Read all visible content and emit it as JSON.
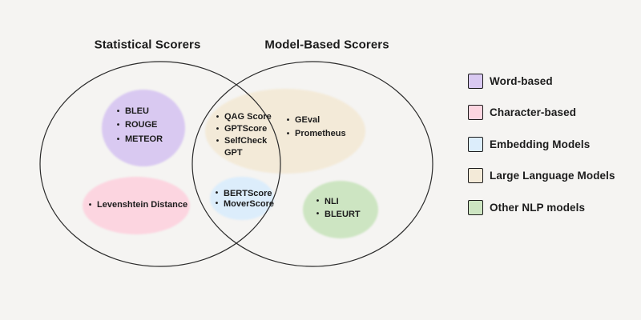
{
  "bullet": "•",
  "colors": {
    "background": "#f5f4f2",
    "outline": "#2b2b2b",
    "text": "#1c1c1c",
    "word_based": "#d9c9f1",
    "character_based": "#fcd5e0",
    "embedding_models": "#dcedfb",
    "large_language_models": "#f3ead8",
    "other_nlp_models": "#cde5c2"
  },
  "titles": {
    "left": "Statistical Scorers",
    "right": "Model-Based Scorers"
  },
  "groups": {
    "word_based": {
      "items": [
        "BLEU",
        "ROUGE",
        "METEOR"
      ]
    },
    "character_based": {
      "items": [
        "Levenshtein Distance"
      ]
    },
    "llm_overlap": {
      "items": [
        "QAG Score",
        "GPTScore",
        "SelfCheck GPT"
      ]
    },
    "llm_model_only": {
      "items": [
        "GEval",
        "Prometheus"
      ]
    },
    "embedding_models": {
      "items": [
        "BERTScore",
        "MoverScore"
      ]
    },
    "other_nlp_models": {
      "items": [
        "NLI",
        "BLEURT"
      ]
    }
  },
  "legend": {
    "items": [
      {
        "label": "Word-based",
        "color": "#d9c9f1"
      },
      {
        "label": "Character-based",
        "color": "#fcd5e0"
      },
      {
        "label": "Embedding Models",
        "color": "#dcedfb"
      },
      {
        "label": "Large Language Models",
        "color": "#f3ead8"
      },
      {
        "label": "Other NLP models",
        "color": "#cde5c2"
      }
    ]
  }
}
